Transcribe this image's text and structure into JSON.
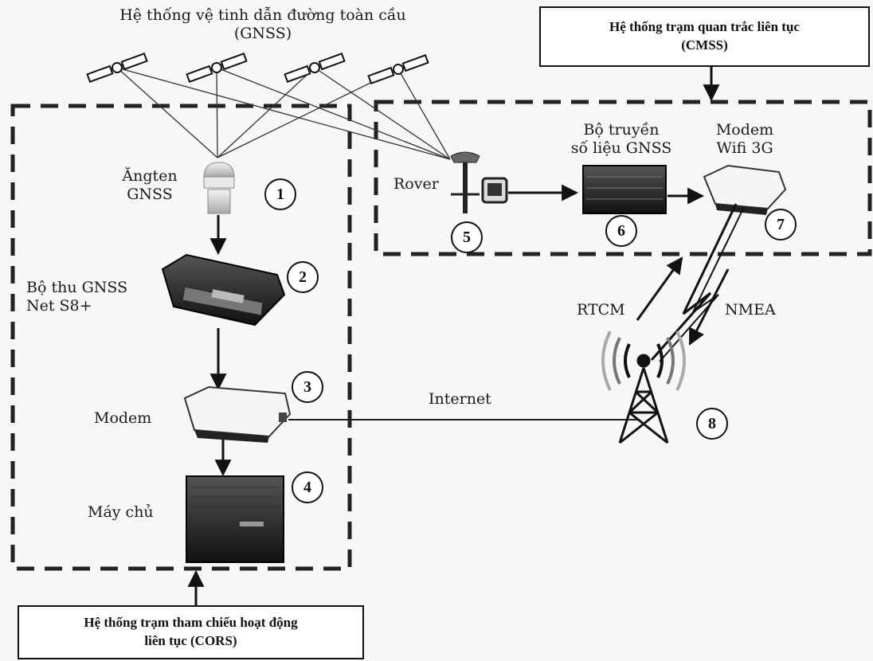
{
  "gnss_title": [
    "Hệ thống vệ tinh dẫn đường toàn cầu",
    "(GNSS)"
  ],
  "cmss_box": [
    "Hệ thống trạm quan trắc liên tục",
    "(CMSS)"
  ],
  "cors_box": [
    "Hệ thống trạm tham chiếu hoạt động",
    "liên tục (CORS)"
  ],
  "labels": {
    "antenna": [
      "Ăngten",
      "GNSS"
    ],
    "receiver": [
      "Bộ thu GNSS",
      "Net S8+"
    ],
    "modem": "Modem",
    "server": "Máy chủ",
    "rover": "Rover",
    "transmitter": [
      "Bộ truyền",
      "số liệu GNSS"
    ],
    "wifi_modem": [
      "Modem",
      "Wifi 3G"
    ],
    "rtcm": "RTCM",
    "nmea": "NMEA",
    "internet": "Internet"
  },
  "numbers": [
    "1",
    "2",
    "3",
    "4",
    "5",
    "6",
    "7",
    "8"
  ]
}
